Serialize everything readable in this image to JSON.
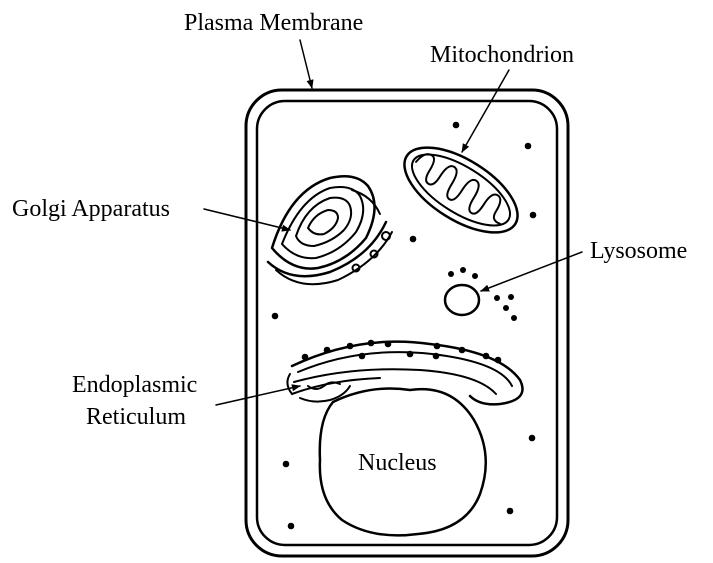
{
  "diagram": {
    "labels": {
      "plasma_membrane": "Plasma Membrane",
      "mitochondrion": "Mitochondrion",
      "golgi_apparatus": "Golgi Apparatus",
      "lysosome": "Lysosome",
      "endoplasmic_reticulum_line1": "Endoplasmic",
      "endoplasmic_reticulum_line2": "Reticulum",
      "nucleus": "Nucleus"
    },
    "colors": {
      "ink": "#000000",
      "background": "#ffffff"
    }
  }
}
